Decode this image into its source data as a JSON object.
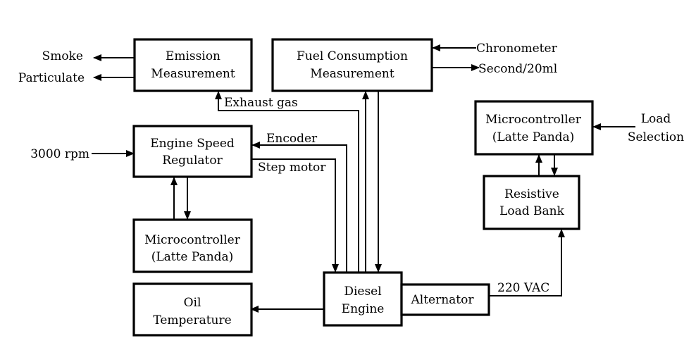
{
  "blocks": {
    "emission": [
      "Emission",
      "Measurement"
    ],
    "fuel": [
      "Fuel Consumption",
      "Measurement"
    ],
    "speed_regulator": [
      "Engine Speed",
      "Regulator"
    ],
    "micro_left": [
      "Microcontroller",
      "(Latte Panda)"
    ],
    "oil": [
      "Oil",
      "Temperature"
    ],
    "engine": [
      "Diesel",
      "Engine"
    ],
    "alternator": "Alternator",
    "micro_right": [
      "Microcontroller",
      "(Latte Panda)"
    ],
    "load_bank": [
      "Resistive",
      "Load Bank"
    ]
  },
  "labels": {
    "smoke": "Smoke",
    "particulate": "Particulate",
    "chronometer": "Chronometer",
    "second_20ml": "Second/20ml",
    "exhaust_gas": "Exhaust gas",
    "encoder": "Encoder",
    "step_motor": "Step motor",
    "rpm": "3000 rpm",
    "load_selection": [
      "Load",
      "Selection"
    ],
    "vac": "220 VAC"
  }
}
